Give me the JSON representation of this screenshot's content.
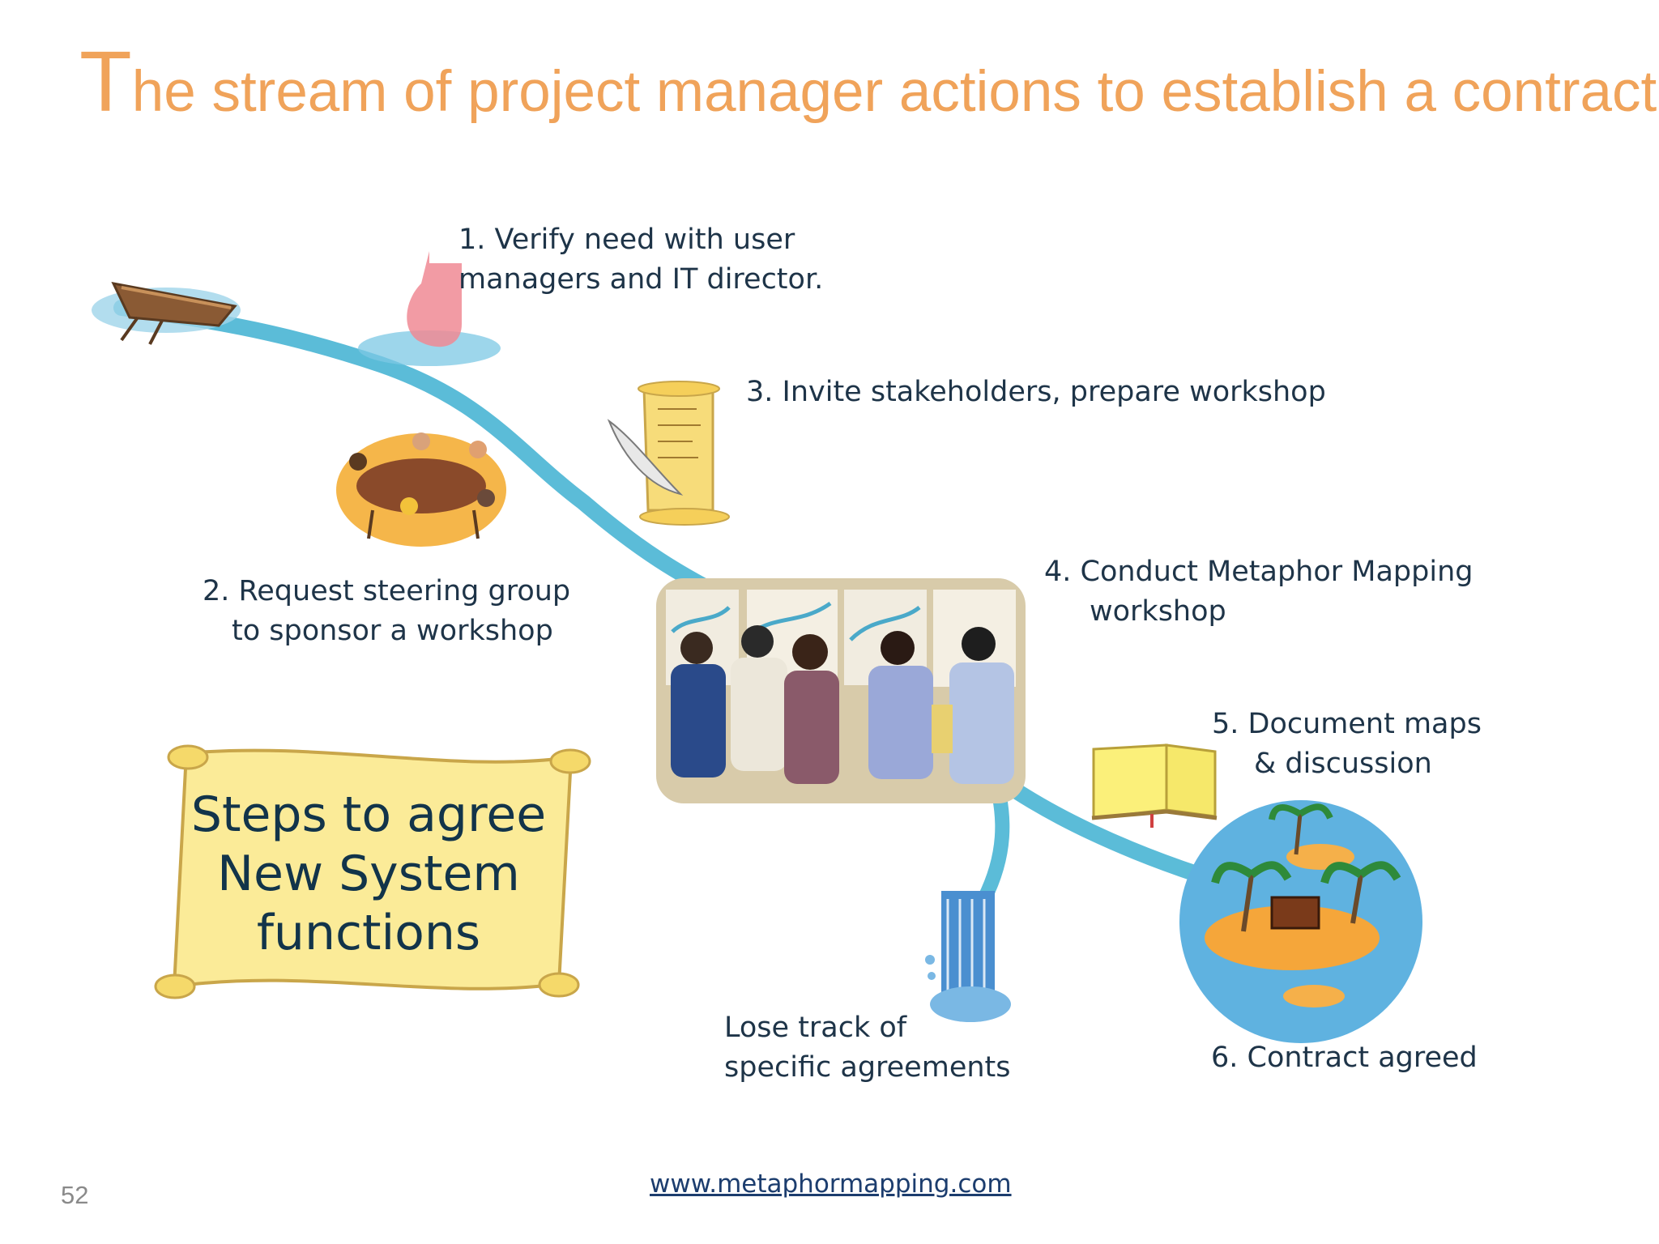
{
  "slide": {
    "title_initial": "T",
    "title_rest": "he stream of project manager actions to establish a contract",
    "steps": [
      {
        "line1": "1. Verify need with  user",
        "line2": "managers and IT director."
      },
      {
        "line1": "2.  Request steering group",
        "line2": "to sponsor a workshop"
      },
      {
        "line1": "3.  Invite stakeholders, prepare workshop"
      },
      {
        "line1": "4. Conduct Metaphor Mapping",
        "line2": "workshop"
      },
      {
        "line1": "5. Document maps",
        "line2": "& discussion"
      },
      {
        "line1": "6. Contract agreed"
      }
    ],
    "side_branch": {
      "line1": "Lose track of",
      "line2": "specific agreements"
    },
    "scroll": {
      "line1": "Steps to agree",
      "line2": "New System",
      "line3": "functions"
    },
    "footer_link": "www.metaphormapping.com",
    "page_number": "52"
  },
  "colors": {
    "title": "#f0a35a",
    "text": "#1e3448",
    "stream": "#5bbcd8",
    "parchment": "#fbeb98",
    "link": "#1c3d6e"
  }
}
